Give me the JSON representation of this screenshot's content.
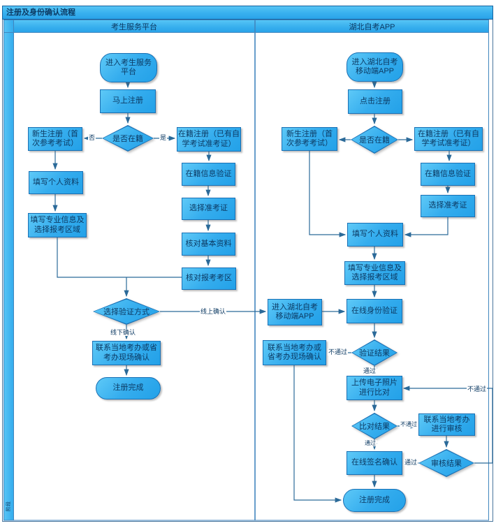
{
  "title": "注册及身份确认流程",
  "separator": {
    "label": "阶段"
  },
  "lanes": {
    "lane1": "考生服务平台",
    "lane2": "湖北自考APP"
  },
  "nodes": {
    "l1_start": "进入考生服务\n平台",
    "l1_register_now": "马上注册",
    "l1_decision_enrolled": "是否在籍",
    "l1_new_student": "新生注册（首\n次参考考试）",
    "l1_enrolled_reg": "在籍注册（已有自\n学考试准考证）",
    "l1_fill_personal": "填写个人资料",
    "l1_fill_major": "填写专业信息及\n选择报考区域",
    "l1_verify_enrolled_info": "在籍信息验证",
    "l1_choose_ticket": "选择准考证",
    "l1_check_basic": "核对基本资料",
    "l1_check_exam_area": "核对报考考区",
    "l1_choose_verify_method": "选择验证方式",
    "l1_contact_office": "联系当地考办或省\n考办现场确认",
    "l1_done": "注册完成",
    "l2_start": "进入湖北自考\n移动端APP",
    "l2_click_register": "点击注册",
    "l2_decision_enrolled": "是否在籍",
    "l2_new_student": "新生注册（首\n次参考考试）",
    "l2_enrolled_reg": "在籍注册（已有自\n学考试准考证）",
    "l2_verify_enrolled_info": "在籍信息验证",
    "l2_choose_ticket": "选择准考证",
    "l2_fill_personal": "填写个人资料",
    "l2_fill_major": "填写专业信息及\n选择报考区域",
    "l2_enter_app": "进入湖北自考\n移动端APP",
    "l2_online_identity": "在线身份验证",
    "l2_verify_result": "验证结果",
    "l2_contact_onsite": "联系当地考办或\n省考办现场确认",
    "l2_upload_photo": "上传电子照片\n进行比对",
    "l2_compare_result": "比对结果",
    "l2_contact_review": "联系当地考办\n进行审核",
    "l2_review_result": "审核结果",
    "l2_sign_confirm": "在线签名确认",
    "l2_done": "注册完成"
  },
  "edge_labels": {
    "yes": "是",
    "no": "否",
    "online": "线上确认",
    "offline": "线下确认",
    "pass": "通过",
    "fail": "不通过"
  },
  "colors": {
    "shape_fill_top": "#5ec9f7",
    "shape_fill_bottom": "#23a1e8",
    "shape_border": "#1a70b4",
    "connector": "#2b6a99",
    "lane_line": "#4186be",
    "text": "#0c3a63",
    "background": "#ffffff"
  }
}
